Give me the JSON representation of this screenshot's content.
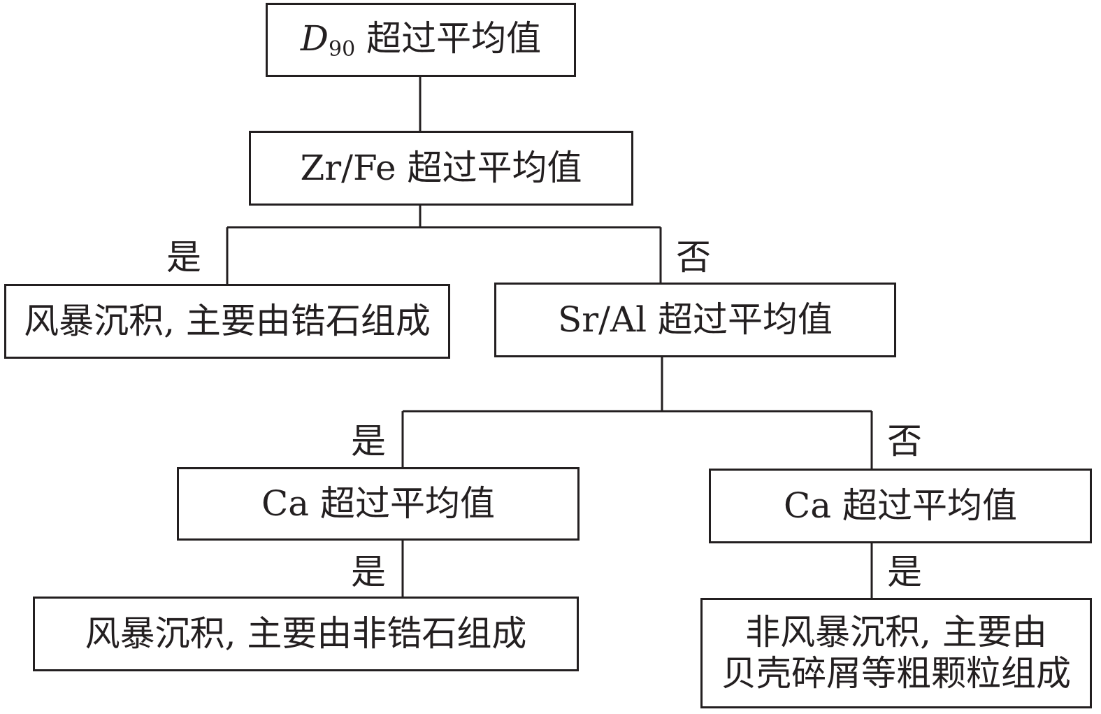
{
  "nodes": {
    "d90": {
      "var": "D",
      "sub": "90",
      "text": "超过平均值"
    },
    "zrfe": {
      "text": "Zr/Fe 超过平均值"
    },
    "leaf_zircon": {
      "text": "风暴沉积, 主要由锆石组成"
    },
    "sral": {
      "text": "Sr/Al 超过平均值"
    },
    "ca_left": {
      "text": "Ca 超过平均值"
    },
    "ca_right": {
      "text": "Ca 超过平均值"
    },
    "leaf_nonzircon": {
      "text": "风暴沉积, 主要由非锆石组成"
    },
    "leaf_shell": {
      "line1": "非风暴沉积, 主要由",
      "line2": "贝壳碎屑等粗颗粒组成"
    }
  },
  "edge_labels": {
    "yes_1": "是",
    "no_1": "否",
    "yes_2": "是",
    "no_2": "否",
    "yes_3": "是",
    "yes_4": "是"
  }
}
